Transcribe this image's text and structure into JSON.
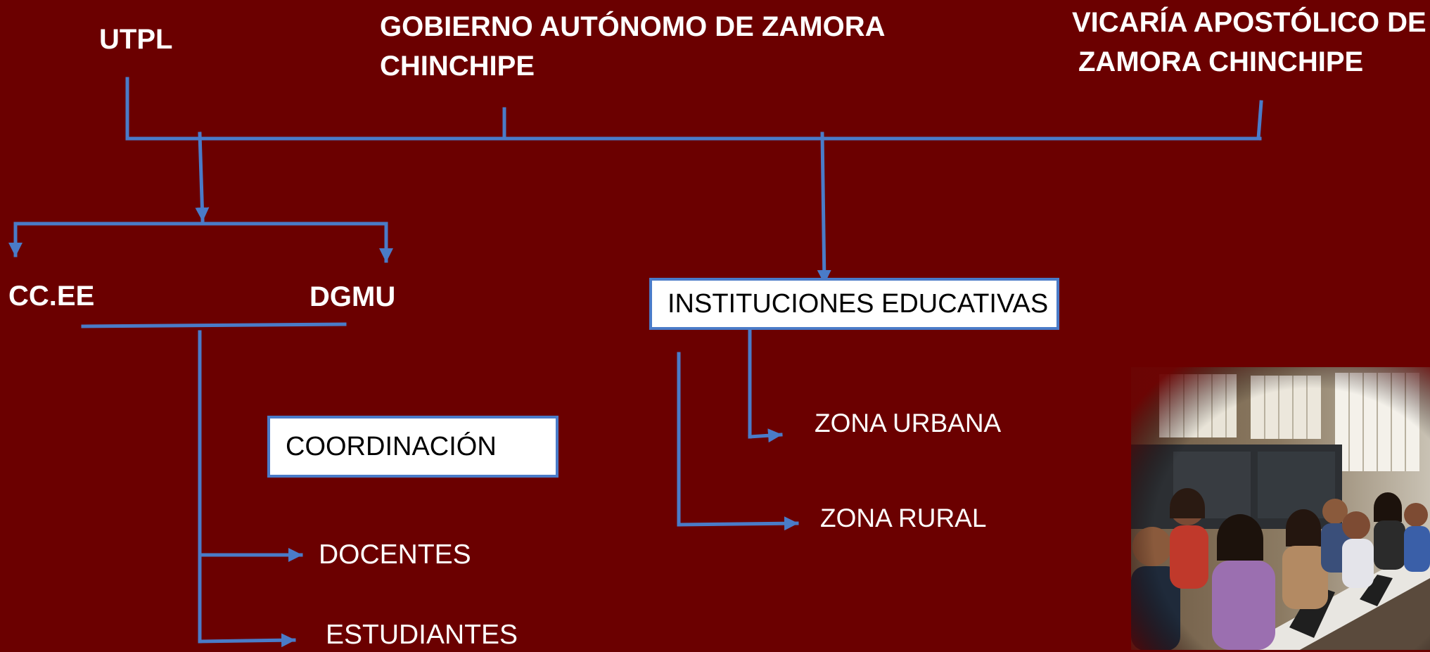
{
  "colors": {
    "background": "#6b0000",
    "connector": "#4a7bc8",
    "text": "#ffffff",
    "box_fill": "#ffffff",
    "box_text": "#000000"
  },
  "top_orgs": {
    "utpl": "UTPL",
    "gobierno_line1": "GOBIERNO AUTÓNOMO  DE ZAMORA",
    "gobierno_line2": "CHINCHIPE",
    "vicaria_line1": "VICARÍA APOSTÓLICO DE",
    "vicaria_line2": "ZAMORA CHINCHIPE"
  },
  "left_branch": {
    "ccee": "CC.EE",
    "dgmu": "DGMU",
    "coordinacion": "COORDINACIÓN",
    "docentes": "DOCENTES",
    "estudiantes": "ESTUDIANTES"
  },
  "right_branch": {
    "instituciones": "INSTITUCIONES EDUCATIVAS",
    "zona_urbana": "ZONA URBANA",
    "zona_rural": "ZONA RURAL"
  },
  "photo": {
    "icon": "meeting-photo"
  }
}
